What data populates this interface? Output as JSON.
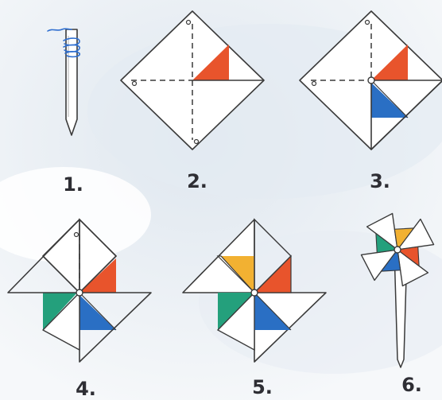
{
  "colors": {
    "background": "#eef2f6",
    "paper": "#ffffff",
    "outline": "#3a3a3a",
    "red": "#e8542c",
    "blue": "#2a6fc4",
    "green": "#24a07c",
    "yellow": "#f2b132",
    "thread": "#2f6fd0",
    "stick": "#ffffff"
  },
  "steps": [
    {
      "label": "1.",
      "icon": "stick-with-thread"
    },
    {
      "label": "2.",
      "icon": "square-with-cut-lines"
    },
    {
      "label": "3.",
      "icon": "first-corner-folded"
    },
    {
      "label": "4.",
      "icon": "second-corner-folded"
    },
    {
      "label": "5.",
      "icon": "four-corners-folded"
    },
    {
      "label": "6.",
      "icon": "pinwheel-on-stick"
    }
  ]
}
